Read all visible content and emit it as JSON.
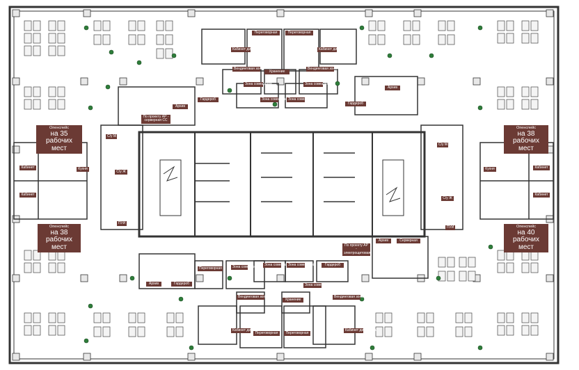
{
  "colors": {
    "wall": "#333333",
    "label_bg": "#6b3a34",
    "label_text": "#ffffff",
    "plant": "#2e7d3a"
  },
  "open_spaces": {
    "nw": {
      "line1": "Опенспейс",
      "line2": "на 35 рабочих мест"
    },
    "sw": {
      "line1": "Опенспейс",
      "line2": "на 38 рабочих мест"
    },
    "ne": {
      "line1": "Опенспейс",
      "line2": "на 38 рабочих мест"
    },
    "se": {
      "line1": "Опенспейс",
      "line2": "на 40 рабочих мест"
    }
  },
  "rooms": {
    "kabinet_direktora_top_left": "Кабинет директора",
    "peregovornaya_top_1": "Переговорная",
    "peregovornaya_top_2": "Переговорная",
    "kabinet_direktora_top_right": "Кабинет директора",
    "vendingovaya_top_left": "Вендинговая зона",
    "hranenie_top": "Хранение",
    "vendingovaya_top_right": "Вендинговая зона",
    "zona_soveshchaniy_top_1": "Зона совещаний",
    "zona_soveshchaniy_top_2": "Зона совещаний",
    "zona_soveshchaniy_top_3": "Зона совещаний",
    "zona_soveshchaniy_top_4": "Зона совещаний",
    "arhiv_top_left": "Архив",
    "garderob_top": "Гардероб",
    "arhiv_top_right": "Архив",
    "garderob_top_right": "Гардероб",
    "serverna_top": "По проекту АР - серверная СС",
    "su_zh_top": "С/у Ж",
    "su_m_top": "С/у М",
    "pui_top": "ПУИ",
    "kabinet_l1": "Кабинет",
    "kabinet_l2": "Кабинет",
    "kuhnya_l": "Кухня",
    "kabinet_r1": "Кабинет",
    "kabinet_r2": "Кабинет",
    "kuhnya_r": "Кухня",
    "su_m_right": "С/у М",
    "su_zh_right": "С/у Ж",
    "pui_right": "ПУИ",
    "elektroshchitovaya": "По проекту АР - электрощитовая",
    "arhiv_bottom_right": "Архив",
    "servernaya_bottom": "Серверная",
    "arhiv_bottom_left": "Архив",
    "garderob_bottom_left": "Гардероб",
    "peregovornaya_bottom_1": "Переговорная",
    "zona_soveshchaniy_b1": "Зона совещаний",
    "zona_soveshchaniy_b2": "Зона совещаний",
    "zona_soveshchaniy_b3": "Зона совещаний",
    "zona_soveshchaniy_b4": "Зона совещаний",
    "garderob_bottom": "Гардероб",
    "vendingovaya_bottom_left": "Вендинговая зона",
    "vendingovaya_bottom_right": "Вендинговая зона",
    "hranenie_bottom": "Хранение",
    "kabinet_direktora_bottom_left": "Кабинет директора",
    "peregovornaya_bottom_2": "Переговорная",
    "peregovornaya_bottom_3": "Переговорная",
    "kabinet_direktora_bottom_right": "Кабинет директора"
  }
}
